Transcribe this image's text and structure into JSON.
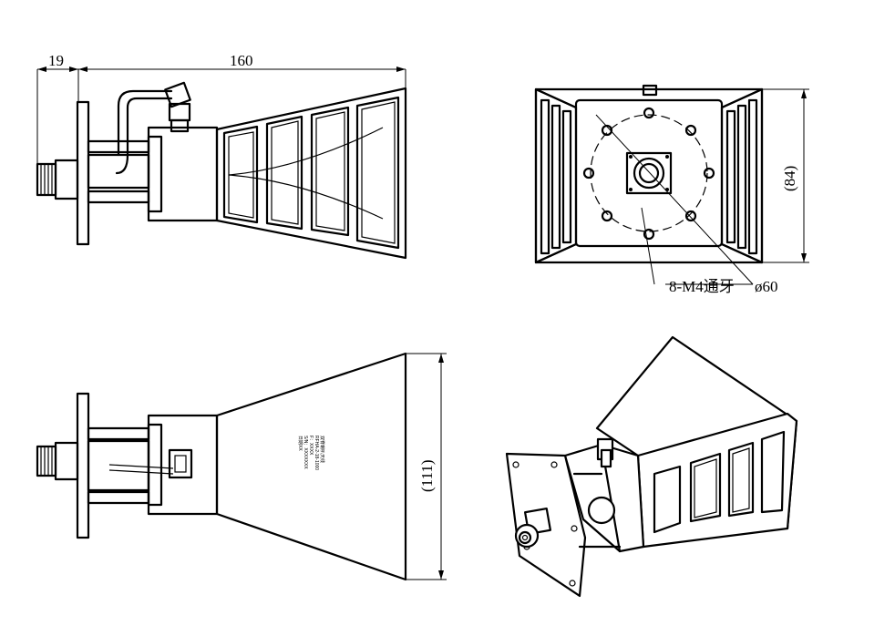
{
  "dimensions": {
    "flange_thickness": "19",
    "total_length": "160",
    "aperture_height": "(84)",
    "aperture_width": "(111)",
    "bolt_circle": "ø60",
    "mount_holes": "8-M4通牙"
  },
  "nameplate": {
    "lines": [
      "双脊喇叭天线",
      "RFHA-2-18-1000",
      "F：XXXX",
      "S/N：XXXXXXX",
      "日期XX"
    ]
  }
}
